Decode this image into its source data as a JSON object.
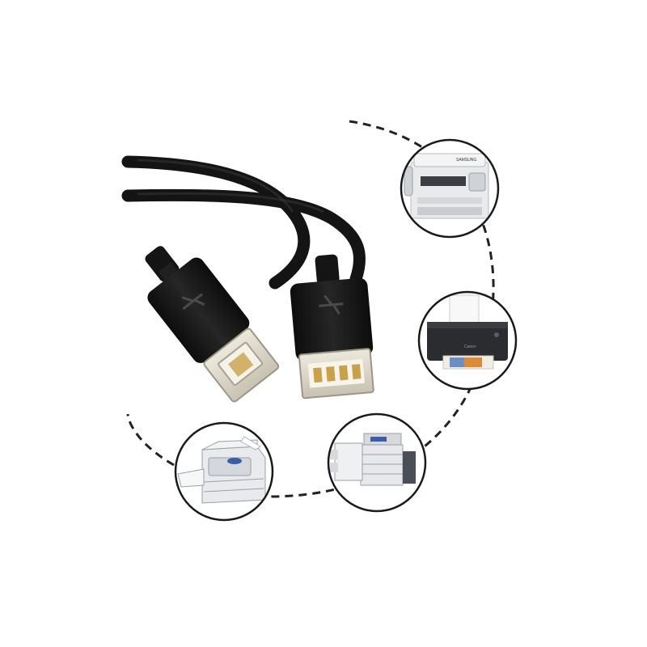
{
  "image": {
    "subject": "usb-printer-cable",
    "background": "#ffffff"
  },
  "colors": {
    "cable": "#141414",
    "connector_metal": "#d9d4c8",
    "gold_pin": "#c9a14a",
    "dashed_line": "#222222",
    "circle_border": "#1a1a1a",
    "device_body": "#e9eaec",
    "device_dark": "#2a2c30"
  },
  "connectors": [
    {
      "name": "usb-type-b-connector",
      "icon": "usb-trident-icon"
    },
    {
      "name": "usb-type-a-connector",
      "icon": "usb-trident-icon"
    }
  ],
  "devices": [
    {
      "name": "multifunction-printer",
      "brand_text": "SAMSUNG"
    },
    {
      "name": "inkjet-printer",
      "brand_text": "Canon"
    },
    {
      "name": "office-copier",
      "brand_text": ""
    },
    {
      "name": "laser-printer",
      "brand_text": ""
    }
  ]
}
